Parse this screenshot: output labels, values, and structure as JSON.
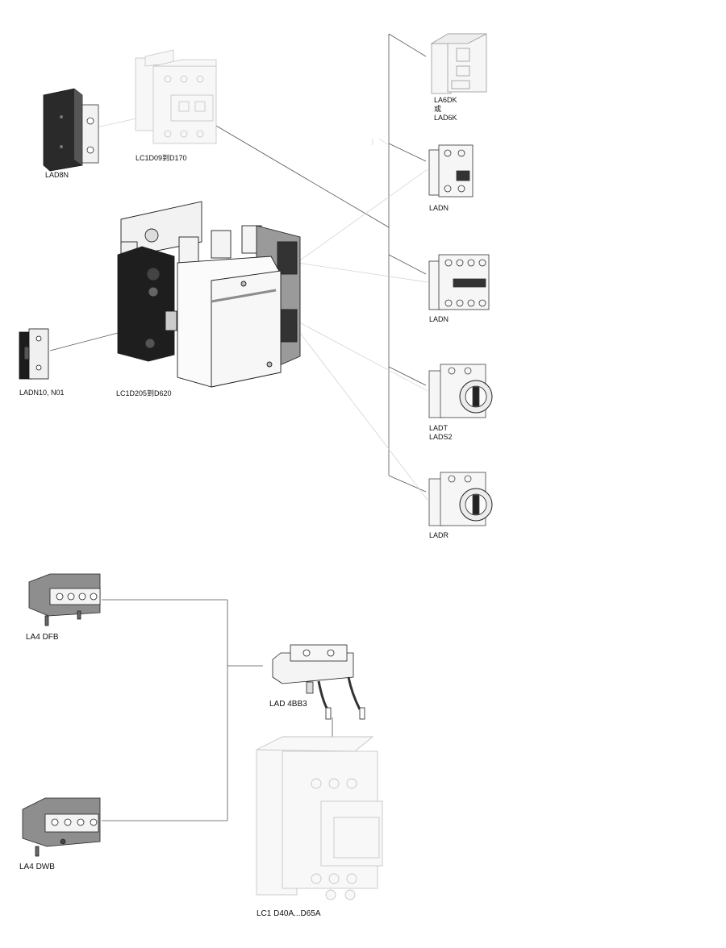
{
  "labels": {
    "lad8n": "LAD8N",
    "lc1d09": "LC1D09到D170",
    "lad6dk": "LA6DK\n或\nLAD6K",
    "ladn_2": "LADN",
    "ladn_4": "LADN",
    "ladn10": "LADN10, N01",
    "lc1d205": "LC1D205到D620",
    "ladt": "LADT\nLADS2",
    "ladr": "LADR",
    "la4dfb": "LA4 DFB",
    "lad4bb3": "LAD 4BB3",
    "la4dwb": "LA4 DWB",
    "lc1d40a": "LC1 D40A...D65A"
  },
  "colors": {
    "line": "#555555",
    "ghost_line": "#c8c8c8",
    "body_light": "#f4f4f4",
    "body_gray": "#9a9a9a",
    "body_dark": "#1e1e1e",
    "accent_stripe": "#8c8c8c"
  }
}
